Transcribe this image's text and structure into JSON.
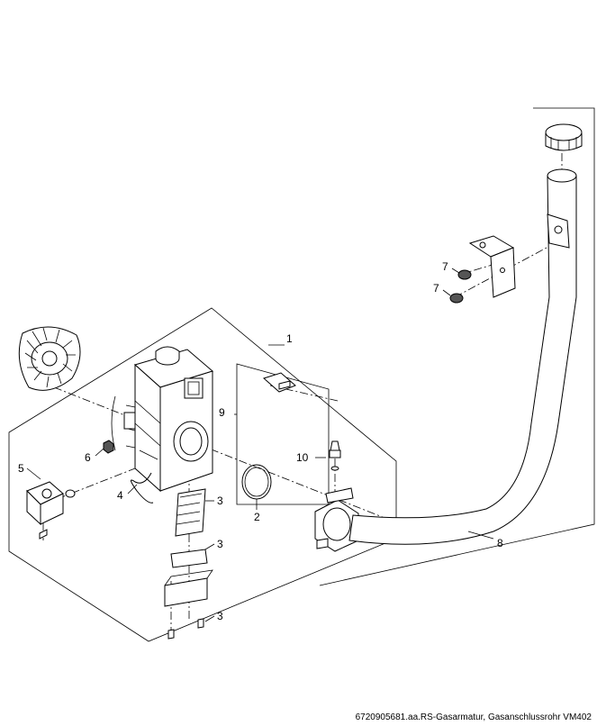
{
  "diagram": {
    "callouts": {
      "c1": "1",
      "c2": "2",
      "c3a": "3",
      "c3b": "3",
      "c3c": "3",
      "c4": "4",
      "c5": "5",
      "c6": "6",
      "c7a": "7",
      "c7b": "7",
      "c8": "8",
      "c9": "9",
      "c10": "10"
    },
    "caption": "6720905681.aa.RS-Gasarmatur, Gasanschlussrohr VM402"
  }
}
